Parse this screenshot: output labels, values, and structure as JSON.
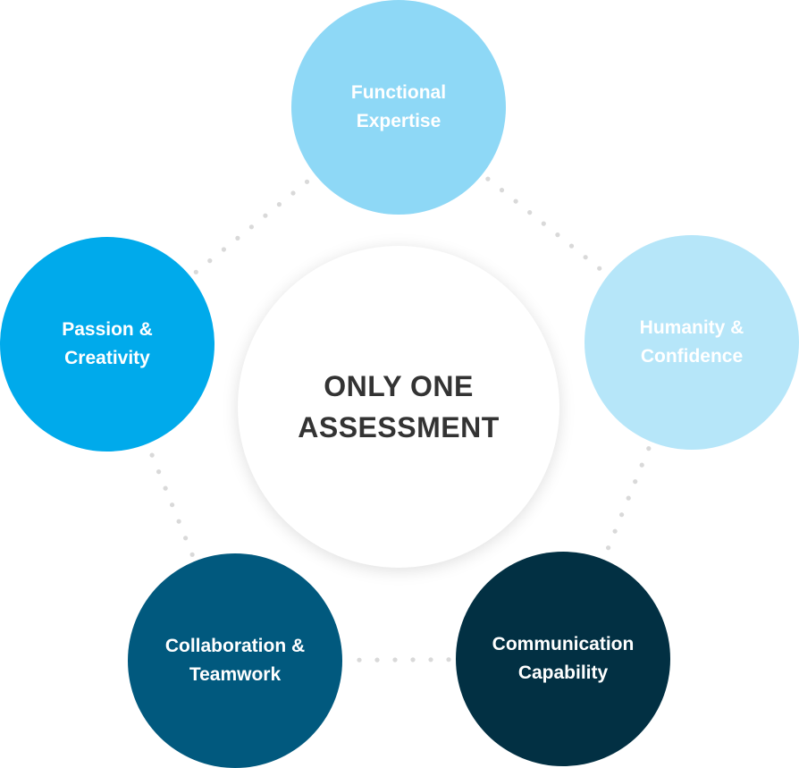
{
  "center": {
    "line1": "ONLY ONE",
    "line2": "ASSESSMENT"
  },
  "nodes": [
    {
      "id": "functional",
      "line1": "Functional",
      "line2": "Expertise",
      "color": "#8ed8f6"
    },
    {
      "id": "humanity",
      "line1": "Humanity &",
      "line2": "Confidence",
      "color": "#b6e6f9"
    },
    {
      "id": "communication",
      "line1": "Communication",
      "line2": "Capability",
      "color": "#023043"
    },
    {
      "id": "collaboration",
      "line1": "Collaboration &",
      "line2": "Teamwork",
      "color": "#01597e"
    },
    {
      "id": "passion",
      "line1": "Passion &",
      "line2": "Creativity",
      "color": "#00aaeb"
    }
  ],
  "connector_color": "#d9d9d9"
}
